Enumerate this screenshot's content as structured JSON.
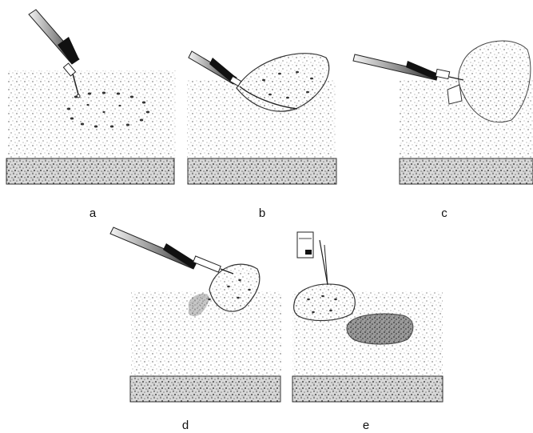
{
  "figure": {
    "panels": [
      {
        "id": "a",
        "label": "a"
      },
      {
        "id": "b",
        "label": "b"
      },
      {
        "id": "c",
        "label": "c"
      },
      {
        "id": "d",
        "label": "d"
      },
      {
        "id": "e",
        "label": "e"
      }
    ],
    "colors": {
      "ink": "#1a1a1a",
      "stipple": "#555555",
      "tissue_patch": "#6d6d6d",
      "background": "#ffffff"
    },
    "icons": {
      "instrument": "syringe-handpiece-icon",
      "tissue": "stippled-tissue-block",
      "base": "speckled-base-slab"
    }
  }
}
